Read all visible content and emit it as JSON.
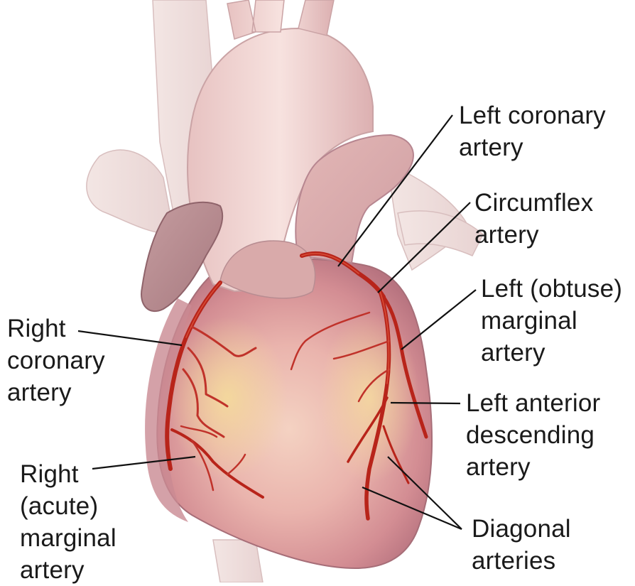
{
  "labels": {
    "left_coronary_artery": [
      "Left coronary",
      "artery"
    ],
    "circumflex_artery": [
      "Circumflex",
      "artery"
    ],
    "left_obtuse_marginal_artery": [
      "Left (obtuse)",
      "marginal",
      "artery"
    ],
    "right_coronary_artery": [
      "Right",
      "coronary",
      "artery"
    ],
    "left_anterior_descending_artery": [
      "Left anterior",
      "descending",
      "artery"
    ],
    "right_acute_marginal_artery": [
      "Right",
      "(acute)",
      "marginal",
      "artery"
    ],
    "diagonal_arteries": [
      "Diagonal",
      "arteries"
    ]
  },
  "colors": {
    "artery": "#b8241a",
    "artery_highlight": "#e0573f",
    "heart_body": "#e6a9ab",
    "vessels": "#f0d9d7",
    "leader_line": "#111111"
  }
}
